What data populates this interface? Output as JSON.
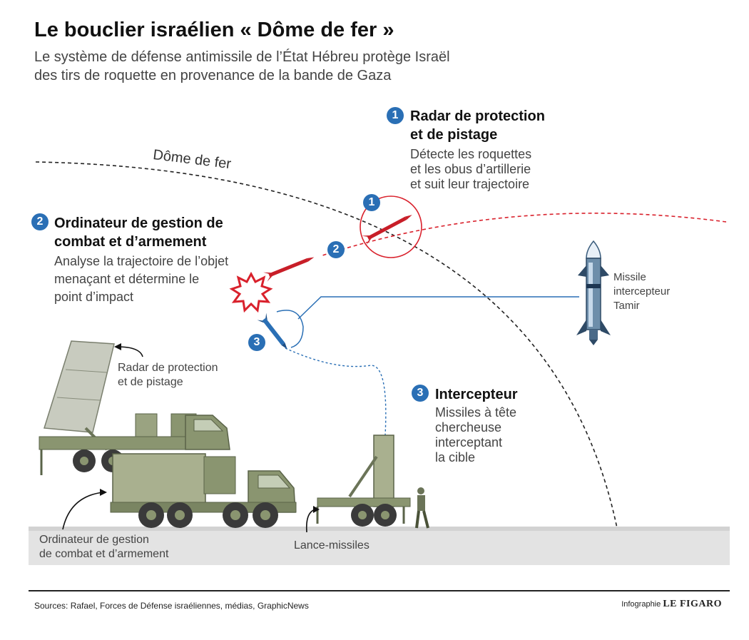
{
  "header": {
    "title": "Le bouclier israélien « Dôme de fer »",
    "subtitle_line1": "Le système de défense antimissile de l’État Hébreu protège Israël",
    "subtitle_line2": "des tirs de roquette en provenance de la bande de Gaza"
  },
  "dome_label": "Dôme de fer",
  "steps": [
    {
      "number": "1",
      "title_line1": "Radar de protection",
      "title_line2": "et de pistage",
      "desc": [
        "Détecte les roquettes",
        "et les obus d’artillerie",
        "et suit leur trajectoire"
      ]
    },
    {
      "number": "2",
      "title_line1": "Ordinateur de gestion de",
      "title_line2": "combat et d’armement",
      "desc": [
        "Analyse la trajectoire de l’objet",
        "menaçant et détermine le",
        "point d’impact"
      ]
    },
    {
      "number": "3",
      "title_line1": "Intercepteur",
      "title_line2": "",
      "desc": [
        "Missiles à tête",
        "chercheuse",
        "interceptant",
        "la cible"
      ]
    }
  ],
  "missile_label": [
    "Missile",
    "intercepteur",
    "Tamir"
  ],
  "vehicle_labels": {
    "radar": [
      "Radar de protection",
      "et de pistage"
    ],
    "computer": [
      "Ordinateur de gestion",
      "de combat et d’armement"
    ],
    "launcher": "Lance-missiles"
  },
  "footer": {
    "sources": "Sources: Rafael, Forces de Défense israéliennes, médias, GraphicNews",
    "credit_prefix": "Infographie",
    "credit_brand": "LE FIGARO"
  },
  "colors": {
    "accent_blue": "#2a6fb5",
    "threat_red": "#d9212c",
    "vehicle_green": "#8a9570",
    "ground_gray": "#e4e4e4"
  }
}
